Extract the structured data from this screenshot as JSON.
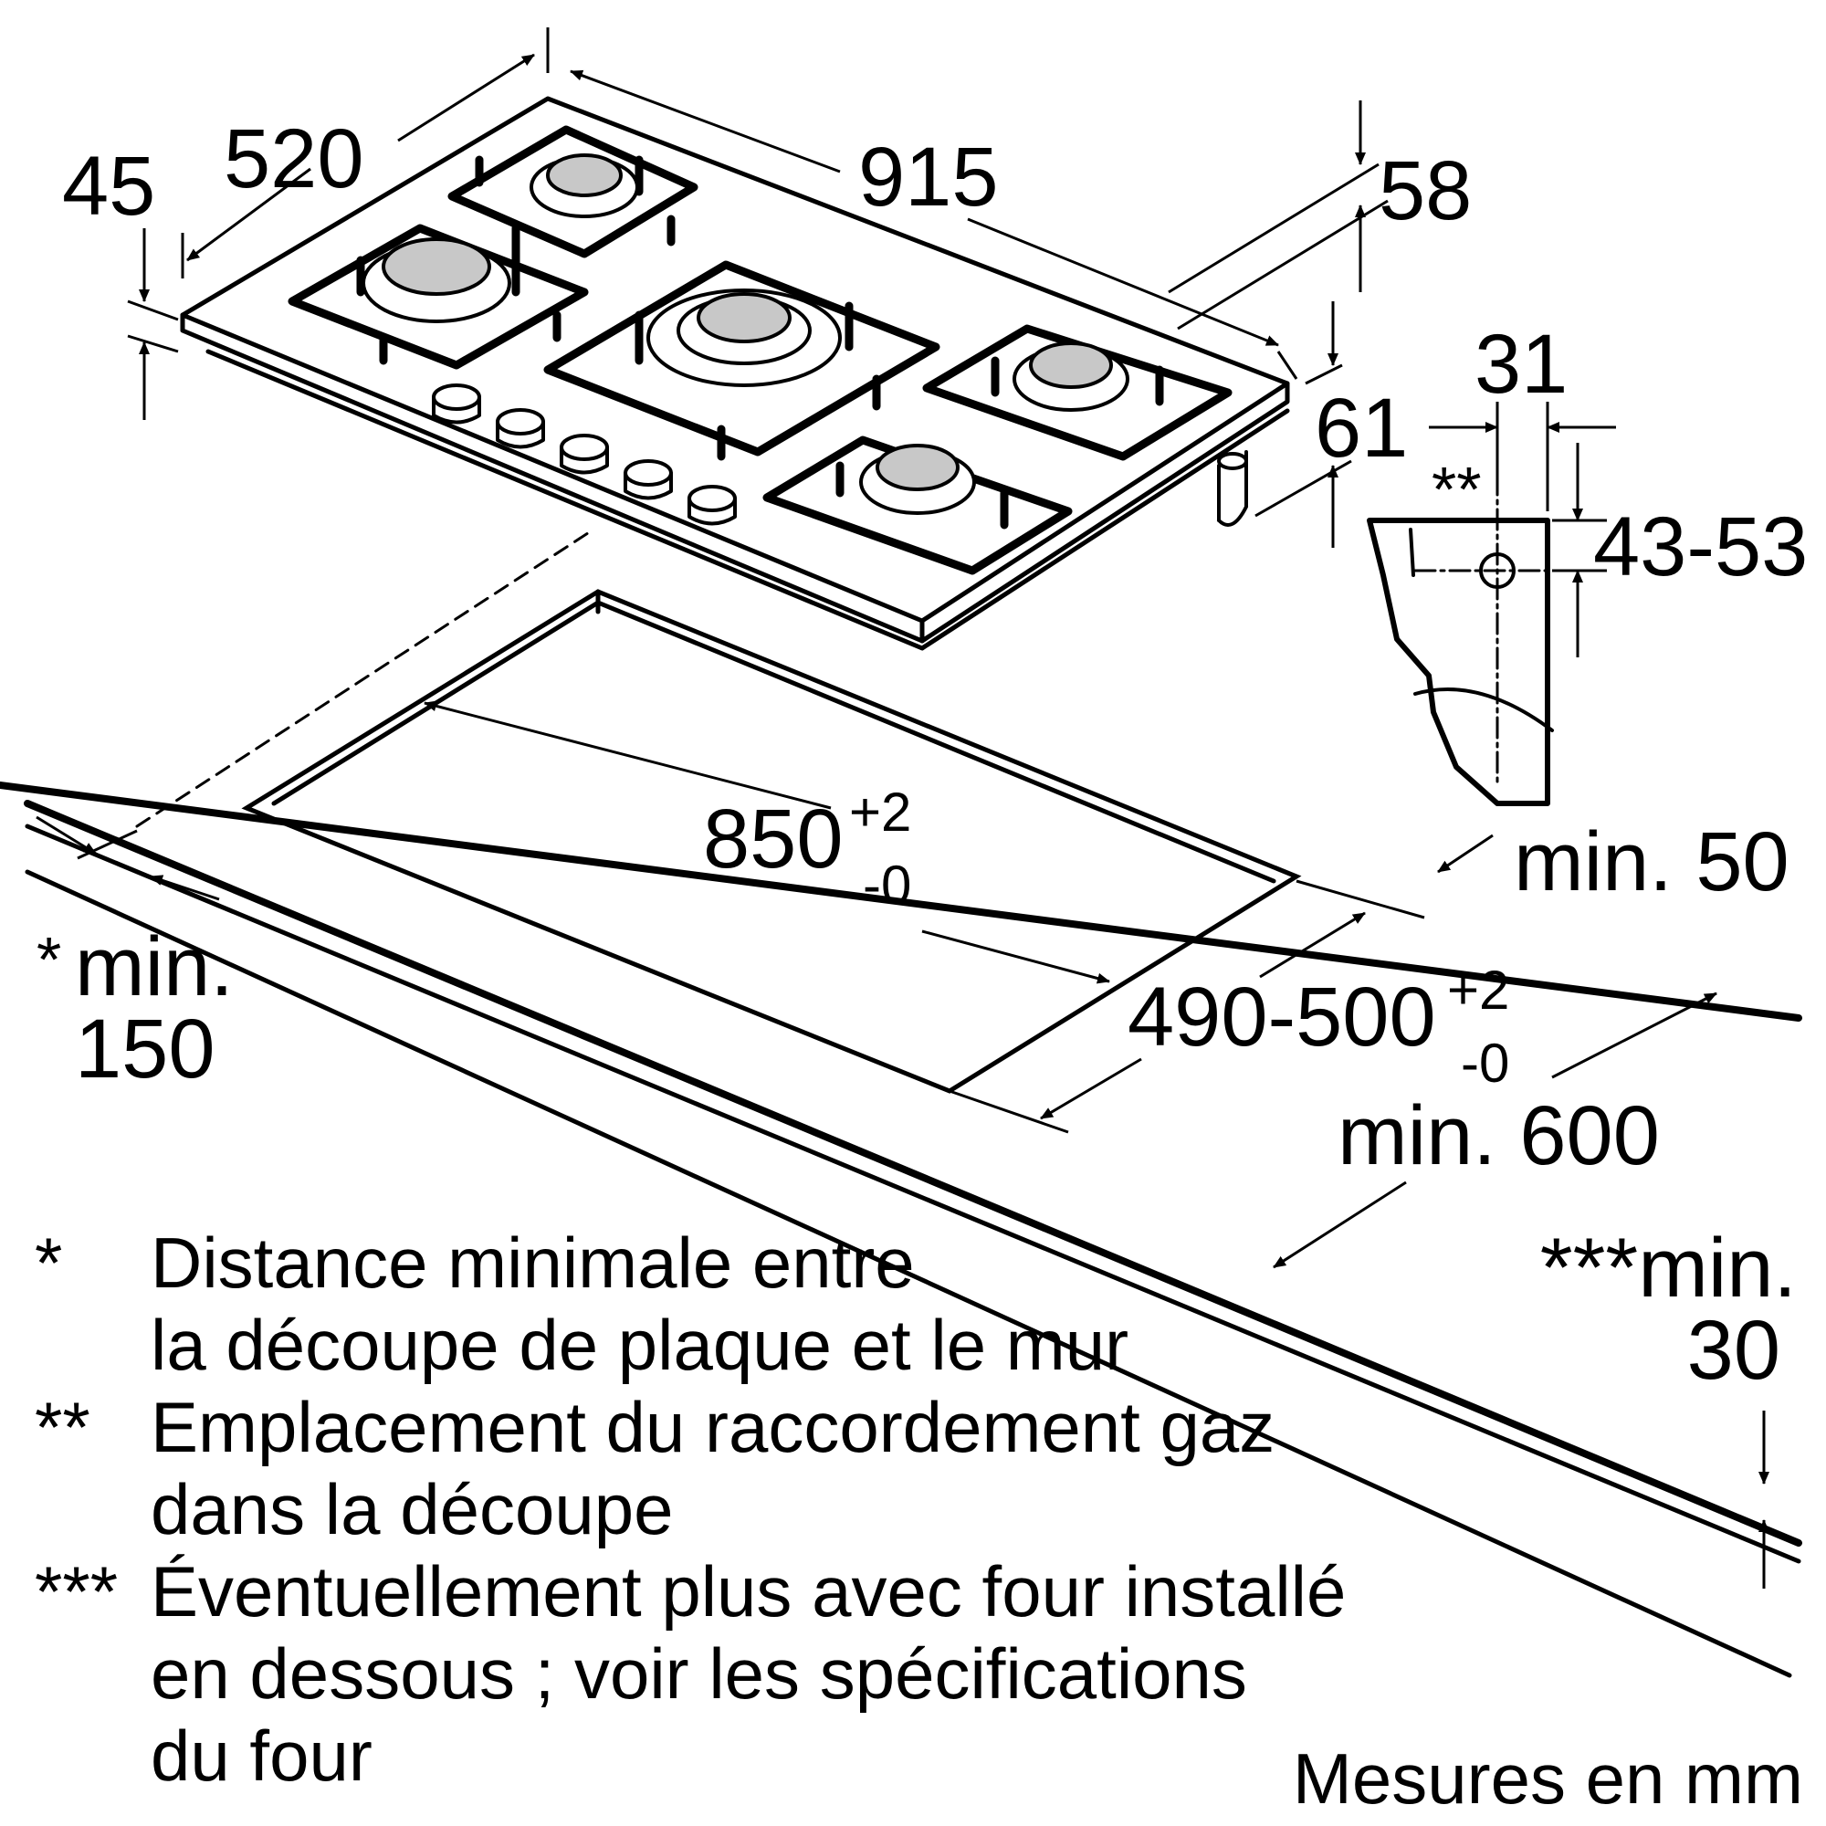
{
  "dimensions": {
    "width": "915",
    "depth": "520",
    "height_front": "45",
    "top_height": "58",
    "leg_height": "61",
    "gas_offset": "31",
    "gas_mark": "**",
    "gas_height": "43-53",
    "cutout_width_base": "850",
    "cutout_width_plus": "+2",
    "cutout_width_minus": "-0",
    "cutout_depth_base": "490-500",
    "cutout_depth_plus": "+2",
    "cutout_depth_minus": "-0",
    "min_wall_back": "min. 50",
    "min_wall_side_mark": "*",
    "min_wall_side_line1": "min.",
    "min_wall_side_line2": "150",
    "min_depth": "min. 600",
    "min_thickness_line1": "***min.",
    "min_thickness_line2": "30"
  },
  "legend": {
    "items": [
      {
        "mark": "*",
        "lines": [
          "Distance minimale entre",
          "la découpe de plaque et le mur"
        ]
      },
      {
        "mark": "**",
        "lines": [
          "Emplacement du raccordement gaz",
          "dans la découpe"
        ]
      },
      {
        "mark": "***",
        "lines": [
          "Éventuellement plus avec four installé",
          "en dessous ; voir les spécifications",
          "du four"
        ]
      }
    ],
    "units": "Mesures en mm"
  }
}
